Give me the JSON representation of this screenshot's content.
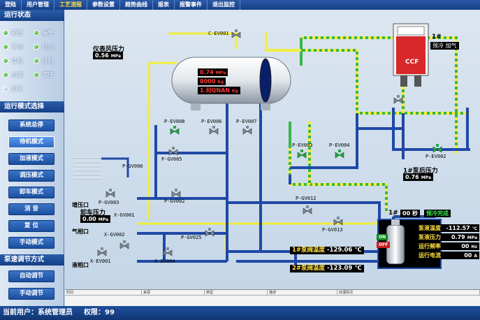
{
  "menu": [
    "登陆",
    "用户管理",
    "工艺流程",
    "参数设置",
    "趋势曲线",
    "报表",
    "报警事件",
    "退出监控"
  ],
  "menu_active_index": 2,
  "sidebar": {
    "status_title": "运行状态",
    "status_items": [
      {
        "label": "预暂",
        "on": true
      },
      {
        "label": "报警",
        "on": true
      },
      {
        "label": "手动",
        "on": true
      },
      {
        "label": "自动",
        "on": true
      },
      {
        "label": "停机",
        "on": true
      },
      {
        "label": "待机",
        "on": true
      },
      {
        "label": "加液",
        "on": true
      },
      {
        "label": "调压",
        "on": true
      },
      {
        "label": "卸车",
        "on": false
      }
    ],
    "mode_title": "运行模式选择",
    "mode_buttons": [
      "系统总停",
      "待机模式",
      "加液模式",
      "调压模式",
      "卸车模式",
      "消 音",
      "复 位",
      "手动模式"
    ],
    "selected_mode_index": 1,
    "speed_title": "泵速调节方式",
    "speed_buttons": [
      "自动调节",
      "手动调节"
    ]
  },
  "diagram": {
    "tank": {
      "values": [
        "0.74",
        "8000",
        "1.何QNAN"
      ],
      "units": [
        "MPa",
        "Kg",
        "Kg"
      ]
    },
    "instrument_air": {
      "label": "仪表风压力",
      "value": "0.56",
      "unit": "MPa"
    },
    "unload_pressure": {
      "label": "卸车压力",
      "value": "0.00",
      "unit": "MPa"
    },
    "pump_outlet_pressure": {
      "label": "1#泵后压力",
      "value": "0.76",
      "unit": "MPa"
    },
    "ccf": {
      "label": "CCF",
      "tag": "1#",
      "pre_cool": "预冷",
      "filling": "加气"
    },
    "pump": {
      "tag": "1#",
      "seconds": "00",
      "sec_unit": "秒",
      "status": "预冷完成",
      "on_label": "ON",
      "off_label": "OFF"
    },
    "pump_metrics": [
      {
        "label": "泵液温度",
        "value": "-112.57",
        "unit": "℃"
      },
      {
        "label": "泵液压力",
        "value": "0.79",
        "unit": "MPa"
      },
      {
        "label": "运行频率",
        "value": "00",
        "unit": "Hz"
      },
      {
        "label": "运行电流",
        "value": "00",
        "unit": "A"
      }
    ],
    "valve_temp1": {
      "label": "1#泵阀温度",
      "value": "-129.06",
      "unit": "℃"
    },
    "valve_temp2": {
      "label": "2#泵阀温度",
      "value": "-123.09",
      "unit": "℃"
    },
    "ports": [
      "增压口",
      "气相口",
      "液相口"
    ],
    "tags": [
      "C-EV001",
      "P-EV008",
      "P-EV006",
      "P-EV007",
      "P-EV003",
      "P-EV004",
      "P-EV002",
      "P-GV006",
      "P-GV005",
      "P-GV003",
      "P-GV002",
      "X-GV001",
      "X-GV002",
      "P-GV025",
      "P-GV012",
      "P-GV013",
      "X-EV001",
      "X-GV004"
    ]
  },
  "table_headers": [
    "时间",
    "来源",
    "类型",
    "描述",
    "处理情况"
  ],
  "footer": {
    "user_label": "当前用户：",
    "user_value": "系统管理员",
    "perm_label": "权限：",
    "perm_value": "99"
  },
  "colors": {
    "pipe_blue": "#1f49a6",
    "pipe_yellow": "#f2ee3a",
    "pipe_green": "#39b54a",
    "ccf_red": "#d8282a"
  }
}
